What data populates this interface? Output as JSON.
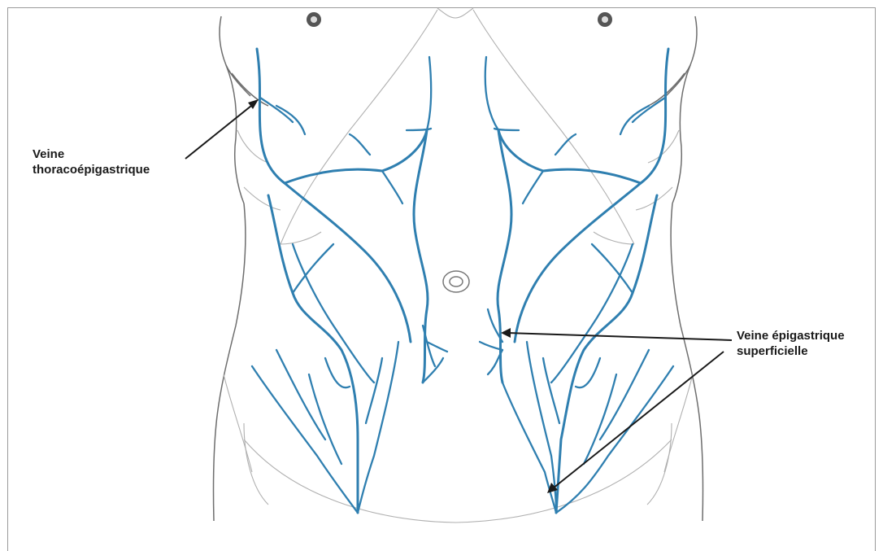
{
  "labels": {
    "thoraco_line1": "Veine",
    "thoraco_line2": "thoracoépigastrique",
    "epi_line1": "Veine épigastrique",
    "epi_line2": "superficielle"
  },
  "colors": {
    "vein": "#2f7fb0",
    "outline": "#6e6e6e",
    "text": "#1a1a1a"
  }
}
